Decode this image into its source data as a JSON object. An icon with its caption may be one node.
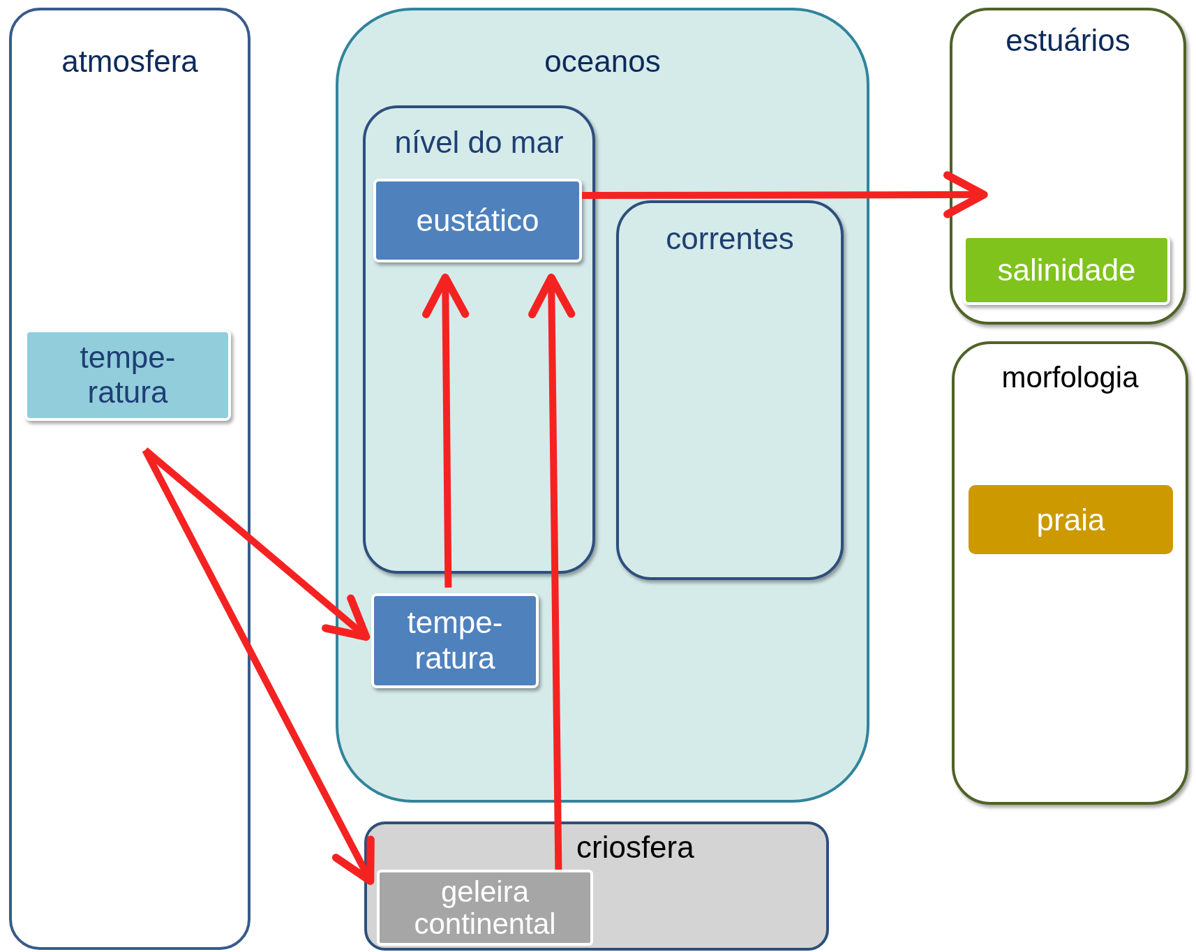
{
  "diagram": {
    "nodes": [
      {
        "text": [
          "atmosfera"
        ]
      },
      {
        "text": [
          "tempe- ratura"
        ],
        "in": 0
      },
      {
        "text": [
          "oceanos"
        ]
      },
      {
        "text": [
          "nível do mar"
        ],
        "in": 2
      },
      {
        "text": [
          "eustático"
        ],
        "in": 3
      },
      {
        "text": [
          "correntes"
        ],
        "in": 2
      },
      {
        "text": [
          "tempe- ratura"
        ],
        "in": 2
      },
      {
        "text": [
          "estuários"
        ]
      },
      {
        "text": [
          "salinidade"
        ],
        "in": 7
      },
      {
        "text": [
          "morfologia"
        ]
      },
      {
        "text": [
          "praia"
        ],
        "in": 9
      },
      {
        "text": [
          "criosfera"
        ]
      },
      {
        "text": [
          "geleira continental"
        ],
        "in": 11
      }
    ],
    "edges": [
      {
        "from": 4,
        "to": 7,
        "arrow": "to"
      },
      {
        "from": 6,
        "to": 4,
        "arrow": "to"
      },
      {
        "from": 12,
        "to": 4,
        "arrow": "to"
      },
      {
        "from": 1,
        "to": 6,
        "arrow": "to"
      },
      {
        "from": 1,
        "to": 12,
        "arrow": "to"
      }
    ]
  }
}
